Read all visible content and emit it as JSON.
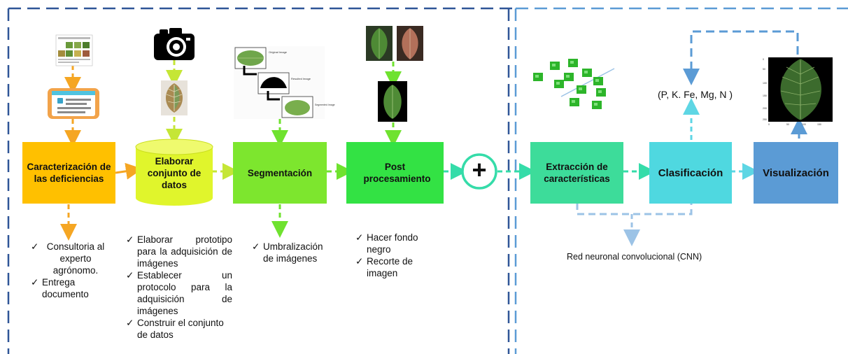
{
  "left_panel": {
    "stages": [
      {
        "id": "caracterizacion",
        "label": "Caracterización de las deficiencias",
        "color": "#FFC000"
      },
      {
        "id": "elaborar",
        "label": "Elaborar conjunto de datos",
        "color": "#E0F52C"
      },
      {
        "id": "segmentacion",
        "label": "Segmentación",
        "color": "#7DE62E"
      },
      {
        "id": "post",
        "label": "Post procesamiento",
        "color": "#33E244"
      }
    ],
    "notes": {
      "caracterizacion": [
        "Consultoria al experto agrónomo.",
        "Entrega documento"
      ],
      "elaborar": [
        "Elaborar prototipo para la adquisición de imágenes",
        "Establecer un protocolo para la adquisición de imágenes",
        "Construir el conjunto de datos"
      ],
      "segmentacion": [
        "Umbralización de imágenes"
      ],
      "post": [
        "Hacer fondo negro",
        "Recorte de imagen"
      ]
    },
    "check_mark": "✓"
  },
  "combine_symbol": "+",
  "right_panel": {
    "stages": [
      {
        "id": "extraccion",
        "label": "Extracción de características",
        "color": "#3DDC9A"
      },
      {
        "id": "clasificacion",
        "label": "Clasificación",
        "color": "#4FD8E0"
      },
      {
        "id": "visualizacion",
        "label": "Visualización",
        "color": "#5B9BD5"
      }
    ],
    "nutrients": "(P, K. Fe, Mg, N )",
    "cnn_label": "Red neuronal convolucional (CNN)"
  },
  "segmentation_thumbs": {
    "top": "Original Image",
    "mid": "Resulted Image",
    "bot": "Segmented Image"
  },
  "icons": [
    "document-icon",
    "camera-icon",
    "leaf-photo-icon",
    "segmentation-steps-icon",
    "leaf-pair-icon",
    "feature-patches-icon",
    "leaf-plot-icon"
  ],
  "colors": {
    "frame_left": "#2F5597",
    "frame_right": "#5B9BD5",
    "orange": "#F5A623",
    "lime": "#C5E636",
    "green": "#6FE22F",
    "teal": "#35DCA9",
    "cyan": "#5ED6E4",
    "light_blue": "#9CC3E6"
  }
}
